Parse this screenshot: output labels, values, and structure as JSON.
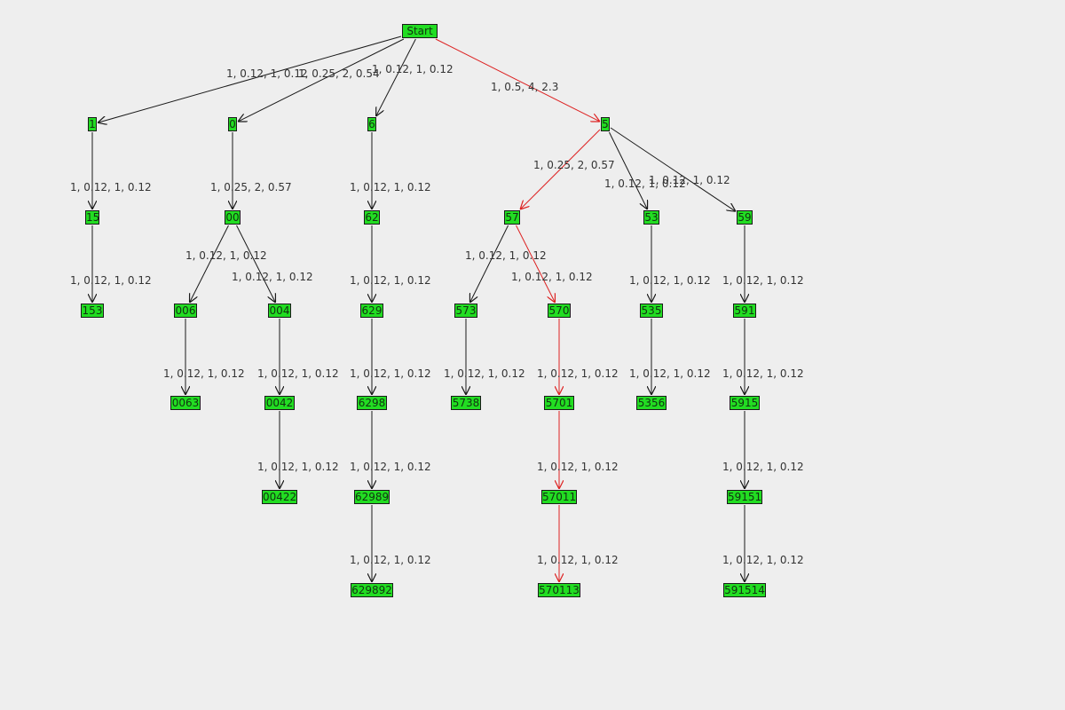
{
  "colors": {
    "background": "#eeeeee",
    "node_fill": "#22dd22",
    "node_border": "#1a1a1a",
    "edge_default": "#1a1a1a",
    "edge_highlight": "#dd2222"
  },
  "nodes": [
    {
      "id": "start",
      "label": "Start"
    },
    {
      "id": "n1",
      "label": "1"
    },
    {
      "id": "n0",
      "label": "0"
    },
    {
      "id": "n6",
      "label": "6"
    },
    {
      "id": "n5",
      "label": "5"
    },
    {
      "id": "n15",
      "label": "15"
    },
    {
      "id": "n00",
      "label": "00"
    },
    {
      "id": "n62",
      "label": "62"
    },
    {
      "id": "n57",
      "label": "57"
    },
    {
      "id": "n53",
      "label": "53"
    },
    {
      "id": "n59",
      "label": "59"
    },
    {
      "id": "n153",
      "label": "153"
    },
    {
      "id": "n006",
      "label": "006"
    },
    {
      "id": "n004",
      "label": "004"
    },
    {
      "id": "n629",
      "label": "629"
    },
    {
      "id": "n573",
      "label": "573"
    },
    {
      "id": "n570",
      "label": "570"
    },
    {
      "id": "n535",
      "label": "535"
    },
    {
      "id": "n591",
      "label": "591"
    },
    {
      "id": "n0063",
      "label": "0063"
    },
    {
      "id": "n0042",
      "label": "0042"
    },
    {
      "id": "n6298",
      "label": "6298"
    },
    {
      "id": "n5738",
      "label": "5738"
    },
    {
      "id": "n5701",
      "label": "5701"
    },
    {
      "id": "n5356",
      "label": "5356"
    },
    {
      "id": "n5915",
      "label": "5915"
    },
    {
      "id": "n00422",
      "label": "00422"
    },
    {
      "id": "n62989",
      "label": "62989"
    },
    {
      "id": "n57011",
      "label": "57011"
    },
    {
      "id": "n59151",
      "label": "59151"
    },
    {
      "id": "n629892",
      "label": "629892"
    },
    {
      "id": "n570113",
      "label": "570113"
    },
    {
      "id": "n591514",
      "label": "591514"
    }
  ],
  "edges": [
    {
      "from": "start",
      "to": "n1",
      "label": "1, 0.12, 1, 0.12",
      "highlighted": false
    },
    {
      "from": "start",
      "to": "n0",
      "label": "1, 0.25, 2, 0.54",
      "highlighted": false
    },
    {
      "from": "start",
      "to": "n6",
      "label": "1, 0.12, 1, 0.12",
      "highlighted": false
    },
    {
      "from": "start",
      "to": "n5",
      "label": "1, 0.5, 4, 2.3",
      "highlighted": true
    },
    {
      "from": "n1",
      "to": "n15",
      "label": "1, 0.12, 1, 0.12",
      "highlighted": false
    },
    {
      "from": "n15",
      "to": "n153",
      "label": "1, 0.12, 1, 0.12",
      "highlighted": false
    },
    {
      "from": "n0",
      "to": "n00",
      "label": "1, 0.25, 2, 0.57",
      "highlighted": false
    },
    {
      "from": "n00",
      "to": "n006",
      "label": "1, 0.12, 1, 0.12",
      "highlighted": false
    },
    {
      "from": "n00",
      "to": "n004",
      "label": "1, 0.12, 1, 0.12",
      "highlighted": false
    },
    {
      "from": "n006",
      "to": "n0063",
      "label": "1, 0.12, 1, 0.12",
      "highlighted": false
    },
    {
      "from": "n004",
      "to": "n0042",
      "label": "1, 0.12, 1, 0.12",
      "highlighted": false
    },
    {
      "from": "n0042",
      "to": "n00422",
      "label": "1, 0.12, 1, 0.12",
      "highlighted": false
    },
    {
      "from": "n6",
      "to": "n62",
      "label": "1, 0.12, 1, 0.12",
      "highlighted": false
    },
    {
      "from": "n62",
      "to": "n629",
      "label": "1, 0.12, 1, 0.12",
      "highlighted": false
    },
    {
      "from": "n629",
      "to": "n6298",
      "label": "1, 0.12, 1, 0.12",
      "highlighted": false
    },
    {
      "from": "n6298",
      "to": "n62989",
      "label": "1, 0.12, 1, 0.12",
      "highlighted": false
    },
    {
      "from": "n62989",
      "to": "n629892",
      "label": "1, 0.12, 1, 0.12",
      "highlighted": false
    },
    {
      "from": "n5",
      "to": "n57",
      "label": "1, 0.25, 2, 0.57",
      "highlighted": true
    },
    {
      "from": "n5",
      "to": "n53",
      "label": "1, 0.12, 1, 0.12",
      "highlighted": false
    },
    {
      "from": "n5",
      "to": "n59",
      "label": "1, 0.12, 1, 0.12",
      "highlighted": false
    },
    {
      "from": "n57",
      "to": "n573",
      "label": "1, 0.12, 1, 0.12",
      "highlighted": false
    },
    {
      "from": "n57",
      "to": "n570",
      "label": "1, 0.12, 1, 0.12",
      "highlighted": true
    },
    {
      "from": "n573",
      "to": "n5738",
      "label": "1, 0.12, 1, 0.12",
      "highlighted": false
    },
    {
      "from": "n570",
      "to": "n5701",
      "label": "1, 0.12, 1, 0.12",
      "highlighted": true
    },
    {
      "from": "n5701",
      "to": "n57011",
      "label": "1, 0.12, 1, 0.12",
      "highlighted": true
    },
    {
      "from": "n57011",
      "to": "n570113",
      "label": "1, 0.12, 1, 0.12",
      "highlighted": true
    },
    {
      "from": "n53",
      "to": "n535",
      "label": "1, 0.12, 1, 0.12",
      "highlighted": false
    },
    {
      "from": "n535",
      "to": "n5356",
      "label": "1, 0.12, 1, 0.12",
      "highlighted": false
    },
    {
      "from": "n59",
      "to": "n591",
      "label": "1, 0.12, 1, 0.12",
      "highlighted": false
    },
    {
      "from": "n591",
      "to": "n5915",
      "label": "1, 0.12, 1, 0.12",
      "highlighted": false
    },
    {
      "from": "n5915",
      "to": "n59151",
      "label": "1, 0.12, 1, 0.12",
      "highlighted": false
    },
    {
      "from": "n59151",
      "to": "n591514",
      "label": "1, 0.12, 1, 0.12",
      "highlighted": false
    }
  ]
}
